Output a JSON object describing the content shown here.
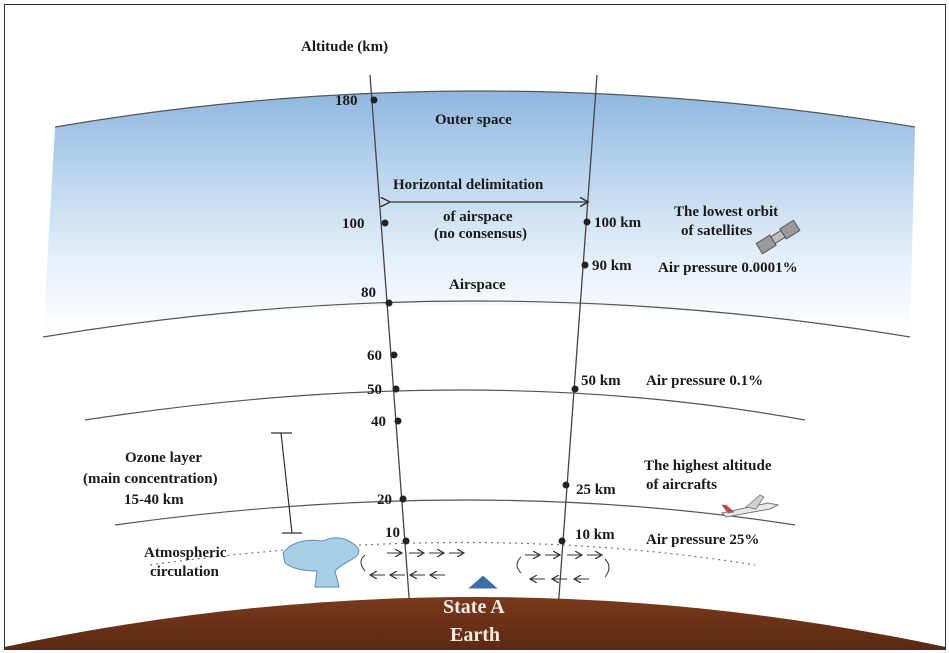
{
  "diagram": {
    "altitude_title": "Altitude (km)",
    "outer_space": "Outer space",
    "airspace": "Airspace",
    "horizontal": [
      "Horizontal delimitation",
      "of airspace",
      "(no consensus)"
    ],
    "left_ticks": [
      "180",
      "100",
      "80",
      "60",
      "50",
      "40",
      "20",
      "10"
    ],
    "right_ticks": [
      "100 km",
      "90 km",
      "50 km",
      "25 km",
      "10 km"
    ],
    "lowest_orbit": [
      "The lowest orbit",
      "of satellites"
    ],
    "air_pressure_90": "Air pressure 0.0001%",
    "air_pressure_50": "Air pressure 0.1%",
    "air_pressure_10": "Air pressure 25%",
    "highest_altitude": [
      "The highest altitude",
      "of aircrafts"
    ],
    "ozone": [
      "Ozone layer",
      "(main concentration)",
      "15-40 km"
    ],
    "circulation": [
      "Atmospheric",
      "circulation"
    ],
    "state": "State A",
    "earth": "Earth",
    "colors": {
      "sky_top": "#8fb7e0",
      "sky_light": "#e9f2fa",
      "earth": "#6b3219",
      "cloud": "#a8cfe8"
    }
  }
}
